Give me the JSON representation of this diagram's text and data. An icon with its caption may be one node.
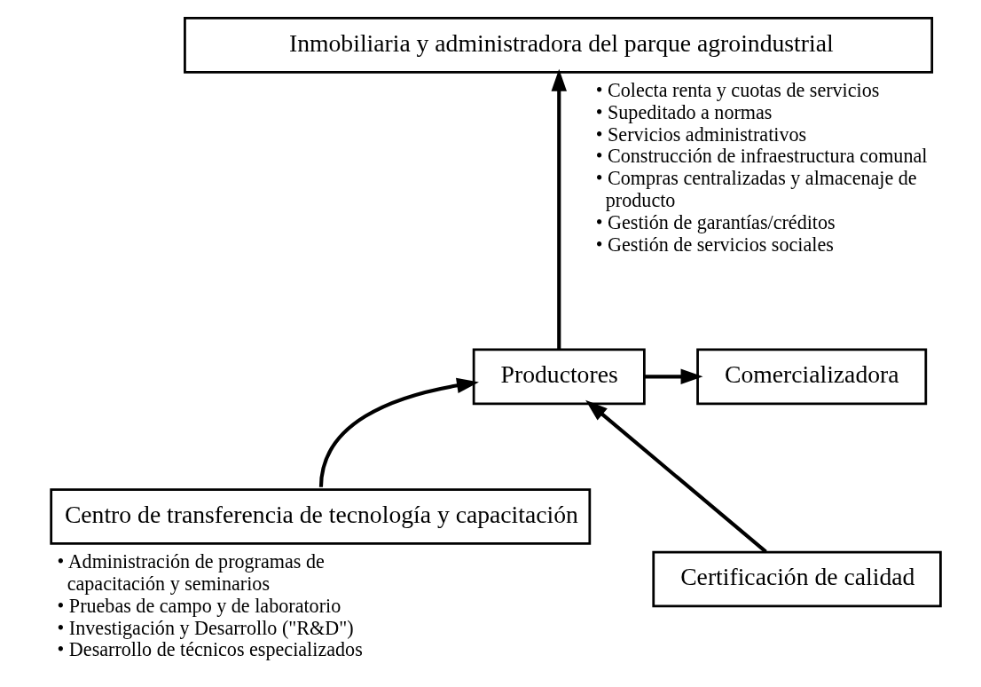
{
  "diagram": {
    "nodes": [
      {
        "text": [
          "Inmobiliaria y administradora del parque agroindustrial"
        ],
        "beside": [
          "• Colecta renta y cuotas de servicios",
          "• Supeditado a normas",
          "• Servicios administrativos",
          "• Construcción de infraestructura comunal",
          "• Compras centralizadas y almacenaje de producto",
          "• Gestión de garantías/créditos",
          "• Gestión de servicios sociales"
        ]
      },
      {
        "text": [
          "Comercializadora"
        ]
      },
      {
        "text": [
          "Productores"
        ]
      },
      {
        "text": [
          "Centro de transferencia de tecnología y capacitación"
        ],
        "beside": [
          "• Administración de programas de capacitación y seminarios",
          "• Pruebas de campo y de laboratorio",
          "• Investigación y Desarrollo (\"R&D\")",
          "• Desarrollo de técnicos especializados"
        ]
      },
      {
        "text": [
          "Certificación de calidad"
        ]
      }
    ],
    "edges": [
      {
        "from": 2,
        "to": 0,
        "arrow": "to"
      },
      {
        "from": 2,
        "to": 1,
        "arrow": "to"
      },
      {
        "from": 3,
        "to": 2,
        "arrow": "to"
      },
      {
        "from": 4,
        "to": 2,
        "arrow": "to"
      }
    ]
  }
}
